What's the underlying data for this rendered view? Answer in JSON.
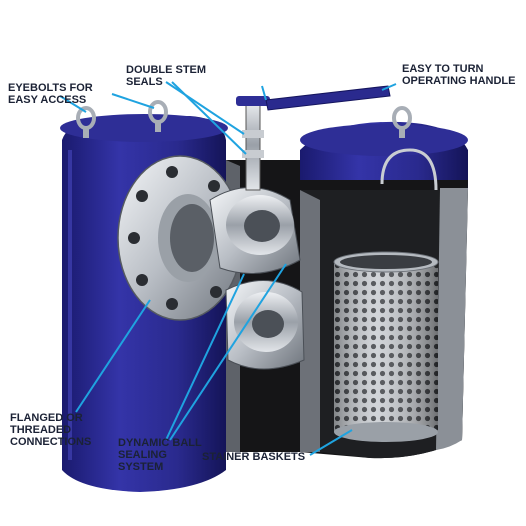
{
  "labels": {
    "eyebolts": [
      "EYEBOLTS FOR",
      "EASY ACCESS"
    ],
    "double_stem": [
      "DOUBLE STEM",
      "SEALS"
    ],
    "handle": [
      "EASY TO TURN",
      "OPERATING HANDLE"
    ],
    "flanged": [
      "FLANGED OR",
      "THREADED",
      "CONNECTIONS"
    ],
    "dynamic_ball": [
      "DYNAMIC BALL",
      "SEALING",
      "SYSTEM"
    ],
    "strainer_baskets": [
      "STAINER BASKETS"
    ]
  },
  "colors": {
    "housing_blue": "#2a2a8e",
    "housing_dark": "#14145a",
    "cutaway_black": "#151517",
    "metal_light": "#d9dde2",
    "metal_mid": "#a8aeb6",
    "leader_line": "#1fa3e0",
    "text": "#1b2235"
  }
}
